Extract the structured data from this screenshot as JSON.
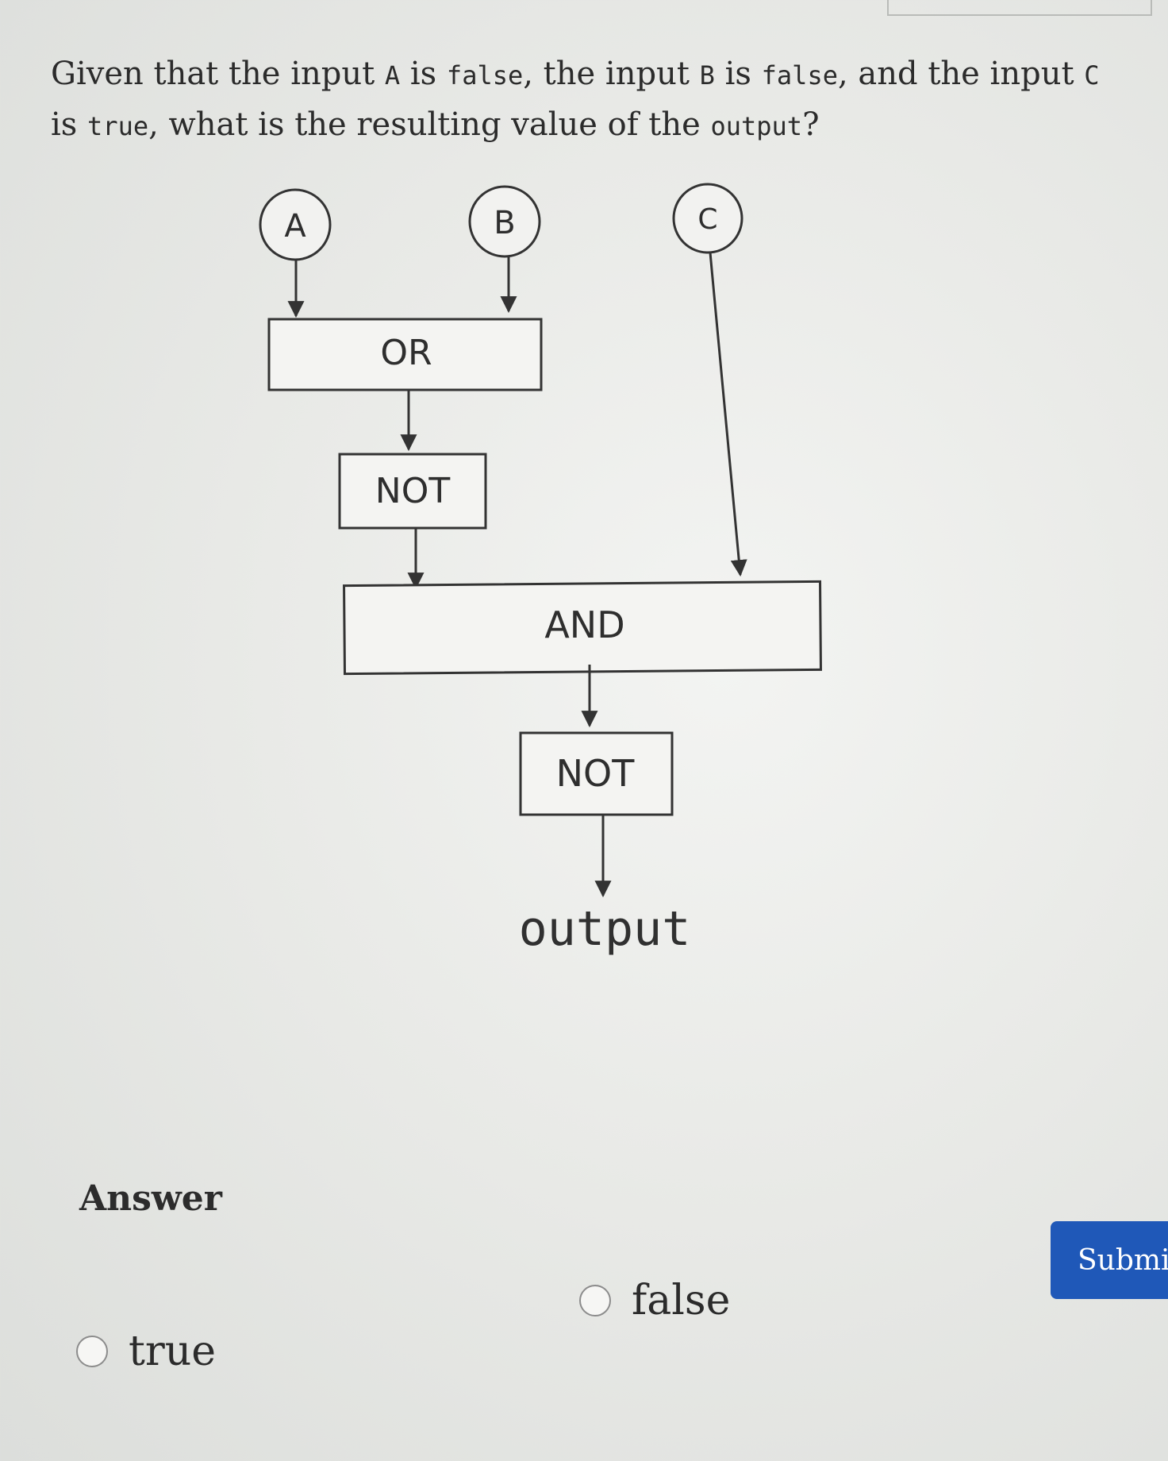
{
  "question": {
    "part1": "Given that the input ",
    "var_a": "A",
    "part2": " is ",
    "val_a": "false",
    "part3": ", the input ",
    "var_b": "B",
    "part4": " is ",
    "val_b": "false",
    "part5": ", and the input ",
    "var_c": "C",
    "part6": " is ",
    "val_c": "true",
    "part7": ", what is the resulting value of the ",
    "output_word": "output",
    "part8": "?"
  },
  "diagram": {
    "inputs": [
      "A",
      "B",
      "C"
    ],
    "gates": [
      "OR",
      "NOT",
      "AND",
      "NOT"
    ],
    "output_label": "output"
  },
  "answer": {
    "heading": "Answer",
    "options": [
      "false",
      "true"
    ],
    "submit_label": "Submit"
  }
}
